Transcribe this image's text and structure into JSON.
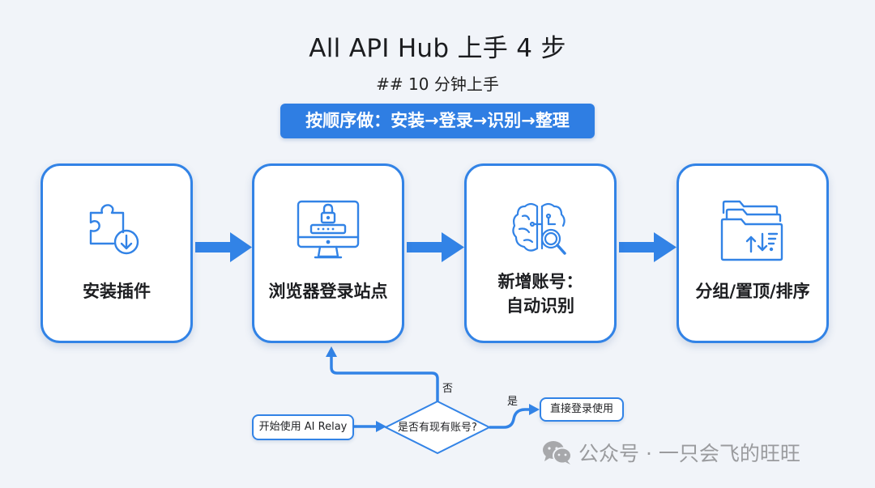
{
  "header": {
    "title": "All API Hub 上手 4 步",
    "subtitle": "## 10 分钟上手",
    "badge": "按顺序做：安装→登录→识别→整理"
  },
  "steps": [
    {
      "label_lines": [
        "安装插件"
      ],
      "icon": "puzzle-download-icon"
    },
    {
      "label_lines": [
        "浏览器登录站点"
      ],
      "icon": "monitor-lock-icon"
    },
    {
      "label_lines": [
        "新增账号：",
        "自动识别"
      ],
      "icon": "brain-search-icon"
    },
    {
      "label_lines": [
        "分组/置顶/排序"
      ],
      "icon": "folders-sort-icon"
    }
  ],
  "flow": {
    "start": "开始使用 AI Relay",
    "decision": "是否有现有账号?",
    "no_label": "否",
    "yes_label": "是",
    "yes_target": "直接登录使用"
  },
  "watermark": {
    "text": "公众号 · 一只会飞的旺旺",
    "icon": "wechat-icon"
  },
  "colors": {
    "accent": "#3283e6",
    "badge": "#2f7ee3",
    "background": "#f1f4f9",
    "watermark": "#9a9b9e"
  }
}
